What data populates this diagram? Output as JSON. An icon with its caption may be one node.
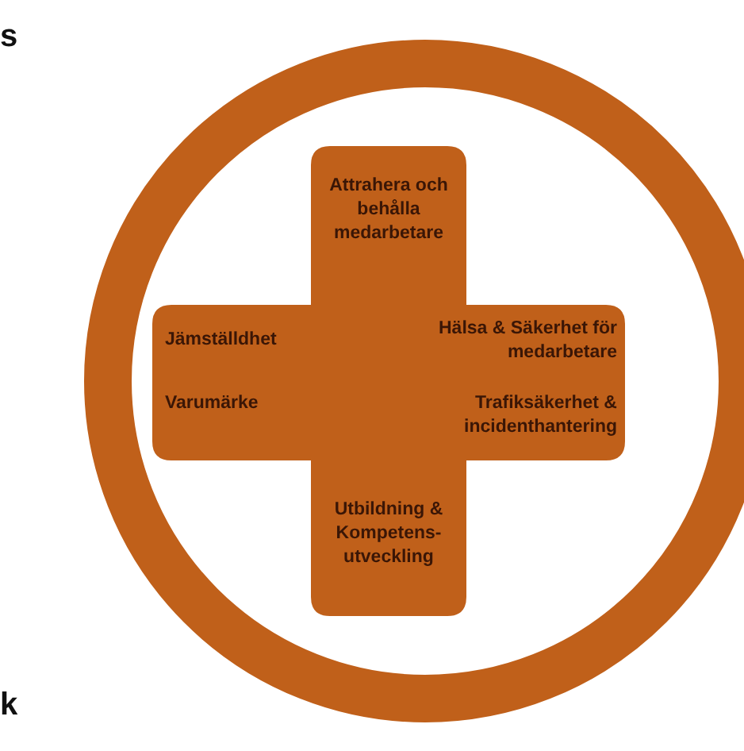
{
  "diagram": {
    "nodes": [
      {
        "text": [
          "Attrahera och behålla medarbetare",
          "Jämställdhet",
          "Varumärke",
          "Hälsa & Säkerhet för medarbetare",
          "Trafiksäkerhet & incidenthantering",
          "Utbildning & Kompetens-utveckling"
        ]
      }
    ],
    "labels": [
      "s",
      "k"
    ]
  }
}
